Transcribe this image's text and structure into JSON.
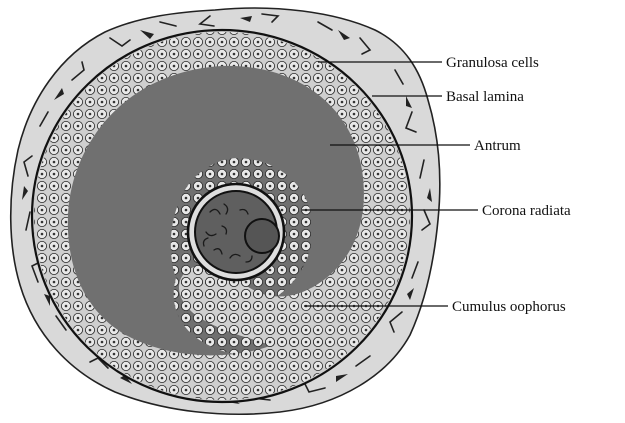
{
  "labels": {
    "granulosa": "Granulosa cells",
    "basal": "Basal lamina",
    "antrum": "Antrum",
    "corona": "Corona radiata",
    "cumulus": "Cumulus oophorus"
  },
  "colors": {
    "theca": "#d9d9d9",
    "granulosa_layer": "#cfcfcf",
    "antrum": "#707070",
    "oocyte": "#5f5f5f",
    "nucleus": "#555555",
    "ink": "#111111"
  }
}
